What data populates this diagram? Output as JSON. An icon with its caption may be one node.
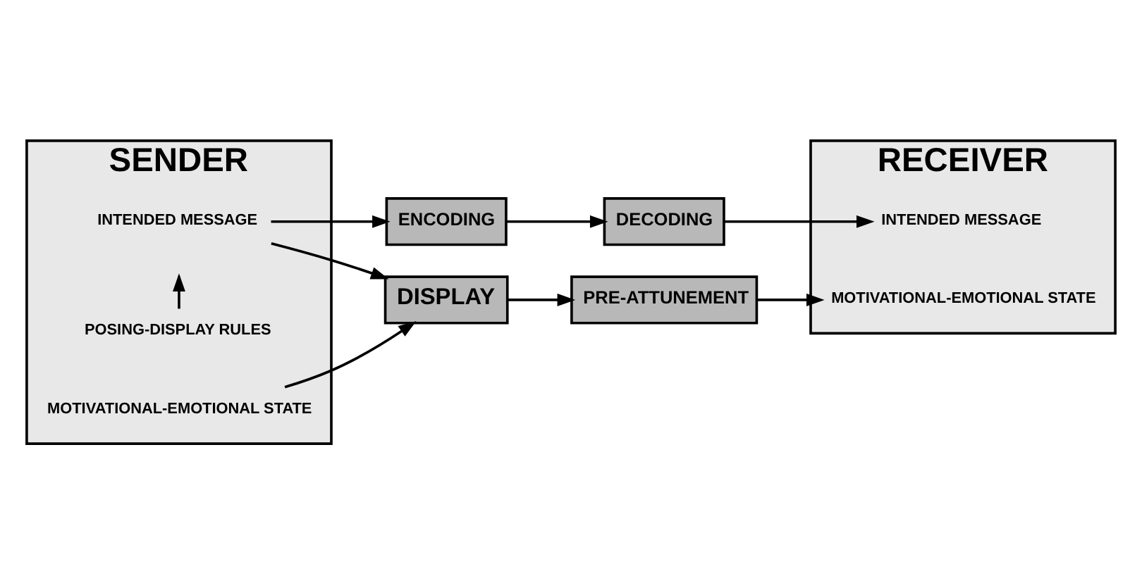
{
  "diagram": {
    "nodes": [
      {
        "text": [
          "SENDER"
        ]
      },
      {
        "text": [
          "RECEIVER"
        ]
      },
      {
        "text": [
          "INTENDED MESSAGE"
        ],
        "in": 0
      },
      {
        "text": [
          "ENCODING"
        ]
      },
      {
        "text": [
          "POSING-DISPLAY RULES"
        ],
        "in": 0
      },
      {
        "text": [
          "MOTIVATIONAL-EMOTIONAL STATE"
        ],
        "in": 0
      },
      {
        "text": [
          "DISPLAY"
        ]
      },
      {
        "text": [
          "DECODING"
        ]
      },
      {
        "text": [
          "INTENDED MESSAGE"
        ],
        "in": 1
      },
      {
        "text": [
          "PRE-ATTUNEMENT"
        ]
      },
      {
        "text": [
          "MOTIVATIONAL-EMOTIONAL STATE"
        ],
        "in": 1
      }
    ],
    "edges": [
      {
        "from": 2,
        "to": 3,
        "arrow": "to"
      },
      {
        "from": 2,
        "to": 6,
        "arrow": "to"
      },
      {
        "from": 4,
        "to": null,
        "arrow": "to"
      },
      {
        "from": 3,
        "to": 7,
        "arrow": "to"
      },
      {
        "from": 7,
        "to": 8,
        "arrow": "to"
      },
      {
        "from": 5,
        "to": 6,
        "arrow": "to"
      },
      {
        "from": 6,
        "to": 9,
        "arrow": "to"
      },
      {
        "from": 9,
        "to": 10,
        "arrow": "to"
      }
    ]
  }
}
